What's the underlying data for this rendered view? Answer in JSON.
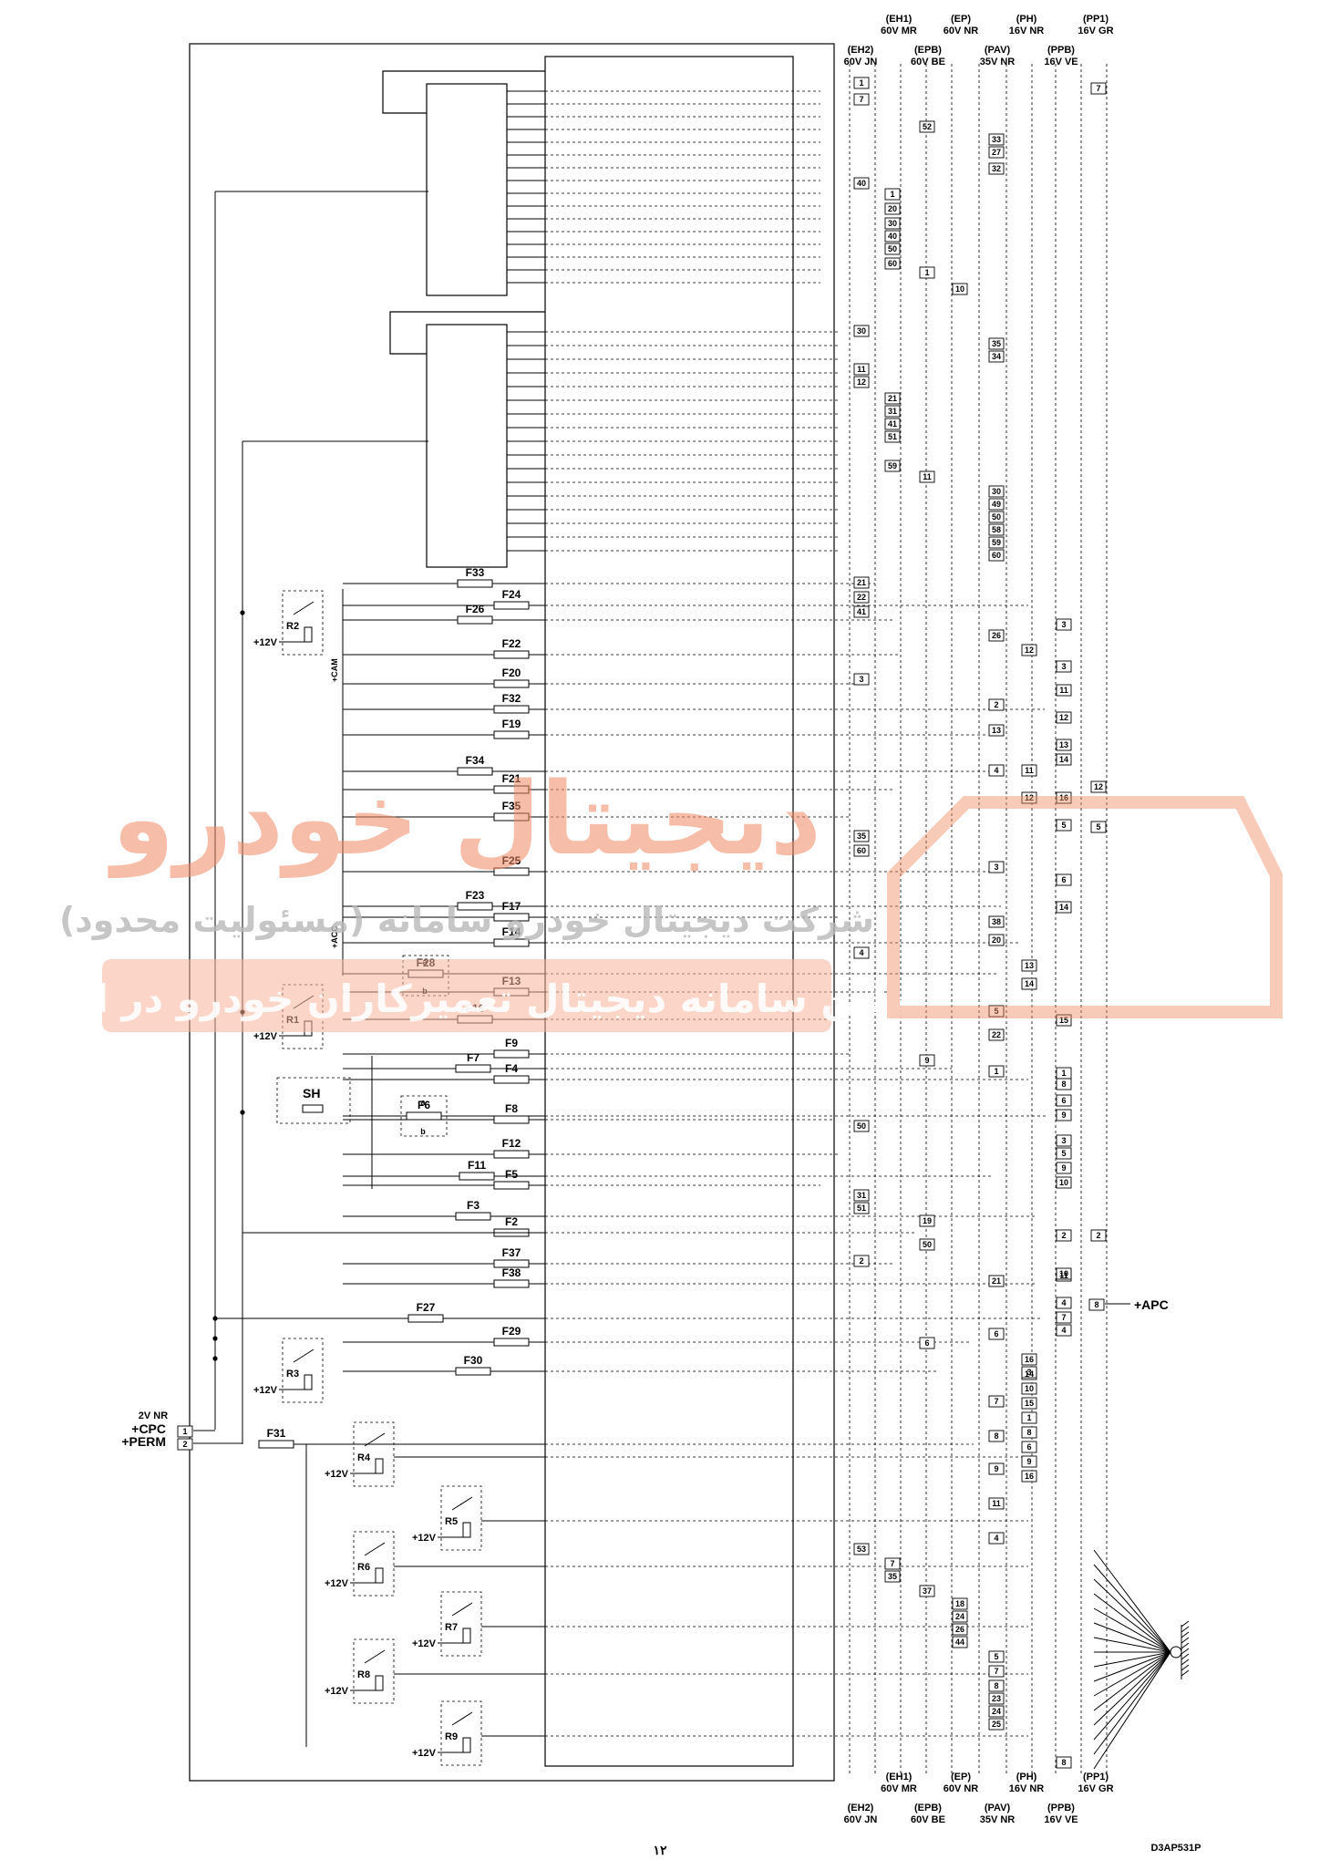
{
  "connectors_top": {
    "row1": [
      "(EH1)",
      "(EP)",
      "(PH)",
      "(PP1)"
    ],
    "row2": [
      "60V MR",
      "60V NR",
      "16V NR",
      "16V GR"
    ],
    "row3": [
      "(EH2)",
      "(EPB)",
      "(PAV)",
      "(PPB)"
    ],
    "row4": [
      "60V JN",
      "60V BE",
      "35V NR",
      "16V VE"
    ]
  },
  "connectors_bottom": {
    "row1": [
      "(EH1)",
      "(EP)",
      "(PH)",
      "(PP1)"
    ],
    "row2": [
      "60V MR",
      "60V NR",
      "16V NR",
      "16V GR"
    ],
    "row3": [
      "(EH2)",
      "(EPB)",
      "(PAV)",
      "(PPB)"
    ],
    "row4": [
      "60V JN",
      "60V BE",
      "35V NR",
      "16V VE"
    ]
  },
  "left_connector": {
    "title": "2V NR",
    "pins": [
      {
        "label": "+CPC",
        "num": "1"
      },
      {
        "label": "+PERM",
        "num": "2"
      }
    ]
  },
  "apc_label": "+APC",
  "apc_pin": "8",
  "fuses": {
    "F33": "F33",
    "F24": "F24",
    "F26": "F26",
    "F22": "F22",
    "F20": "F20",
    "F32": "F32",
    "F19": "F19",
    "F34": "F34",
    "F21": "F21",
    "F35": "F35",
    "F25": "F25",
    "F23": "F23",
    "F17": "F17",
    "F14": "F14",
    "F28": "F28",
    "F13": "F13",
    "F16": "F16",
    "F9": "F9",
    "F7": "F7",
    "F4": "F4",
    "F6": "F6",
    "F8": "F8",
    "F12": "F12",
    "F11": "F11",
    "F5": "F5",
    "F3": "F3",
    "F2": "F2",
    "F37": "F37",
    "F38": "F38",
    "F27": "F27",
    "F29": "F29",
    "F30": "F30",
    "F31": "F31"
  },
  "relays": [
    "R2",
    "R1",
    "R3",
    "R4",
    "R5",
    "R6",
    "R7",
    "R8",
    "R9"
  ],
  "relay_supply": "+12V",
  "shunt": "SH",
  "fuse_ab": [
    "a",
    "b"
  ],
  "bus_labels": {
    "cam": "+CAM",
    "acc": "+ACC"
  },
  "pins": {
    "col1": [
      "1",
      "7",
      "40",
      "30",
      "11",
      "12",
      "21",
      "22",
      "41",
      "3",
      "35",
      "60",
      "4",
      "50",
      "31",
      "51",
      "2",
      "53"
    ],
    "col2": [
      "1",
      "20",
      "30",
      "40",
      "50",
      "60",
      "21",
      "31",
      "41",
      "51",
      "59",
      "7",
      "35"
    ],
    "col3": [
      "52",
      "1",
      "11",
      "9",
      "19",
      "50",
      "6",
      "37"
    ],
    "col4": [
      "10",
      "18",
      "24",
      "26",
      "44"
    ],
    "col5": [
      "33",
      "27",
      "32",
      "35",
      "34",
      "30",
      "49",
      "50",
      "58",
      "59",
      "60",
      "26",
      "2",
      "13",
      "4",
      "3",
      "38",
      "20",
      "5",
      "22",
      "1",
      "21",
      "6",
      "7",
      "8",
      "9",
      "11",
      "4",
      "5",
      "7",
      "8",
      "23",
      "24",
      "25"
    ],
    "col6": [
      "12",
      "11",
      "12",
      "13",
      "14",
      "16",
      "14",
      "10",
      "15",
      "1",
      "8",
      "6",
      "9",
      "16",
      "3"
    ],
    "col7": [
      "3",
      "3",
      "11",
      "12",
      "13",
      "14",
      "16",
      "5",
      "6",
      "14",
      "15",
      "1",
      "8",
      "6",
      "9",
      "3",
      "5",
      "9",
      "10",
      "11",
      "7",
      "4",
      "4",
      "8",
      "10",
      "2"
    ],
    "col8": [
      "7",
      "12",
      "5",
      "2"
    ]
  },
  "footer_page": "۱۲",
  "footer_code": "D3AP531P",
  "watermark": {
    "brand": "دیجیتال خودرو",
    "line1": "شرکت دیجیتال خودرو سامانه (مسئولیت محدود)",
    "line2": "اولین سامانه دیجیتال تعمیرکاران خودرو در ایران"
  },
  "colors": {
    "line": "#000000",
    "watermark": "#f08a62",
    "watermark_grey": "#b8b8b8",
    "banner": "#f8b49a"
  }
}
